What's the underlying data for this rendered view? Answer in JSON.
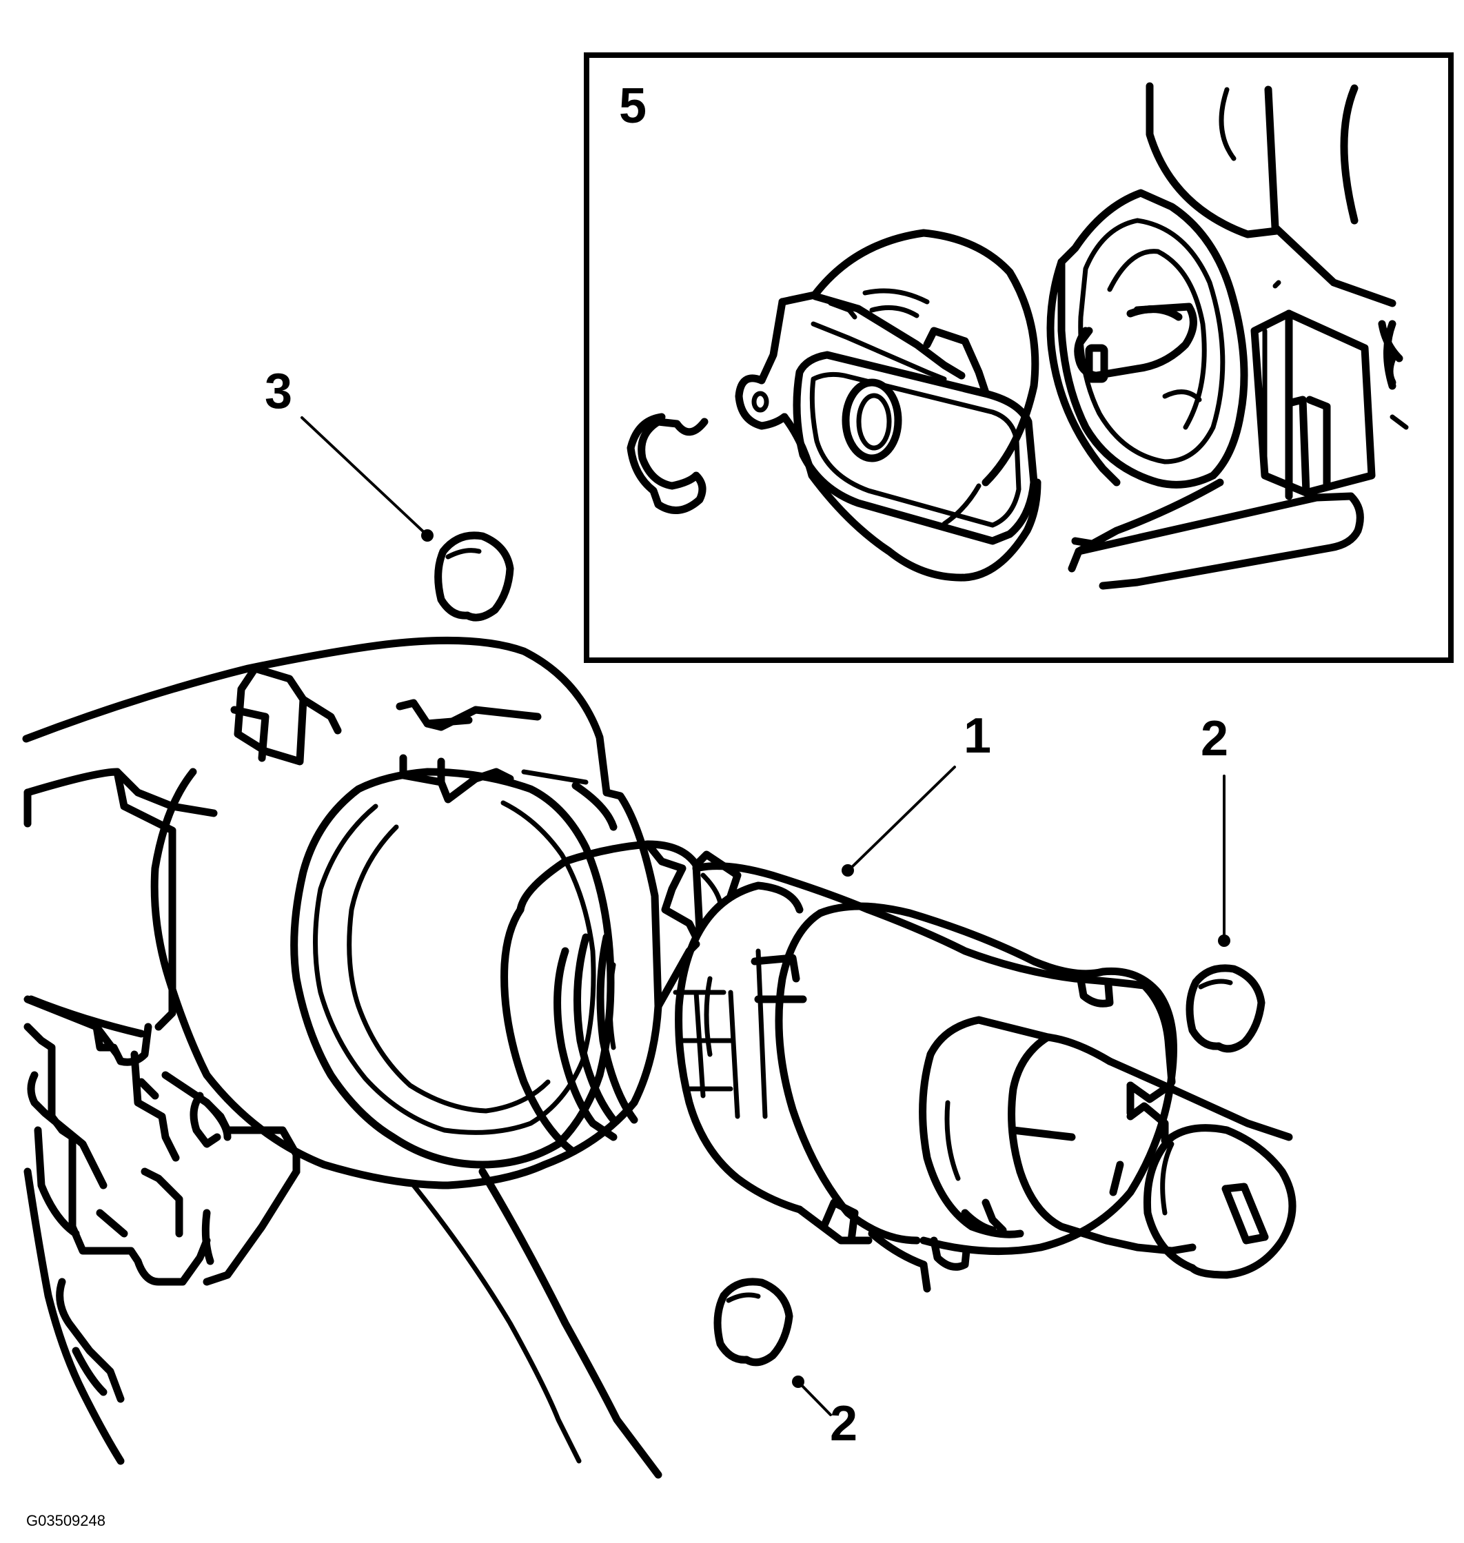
{
  "figure_id": "G03509248",
  "callouts": {
    "part_1": "1",
    "part_2_upper": "2",
    "part_2_lower": "2",
    "part_3": "3",
    "detail_5": "5"
  },
  "colors": {
    "line": "#000000",
    "background": "#ffffff"
  }
}
